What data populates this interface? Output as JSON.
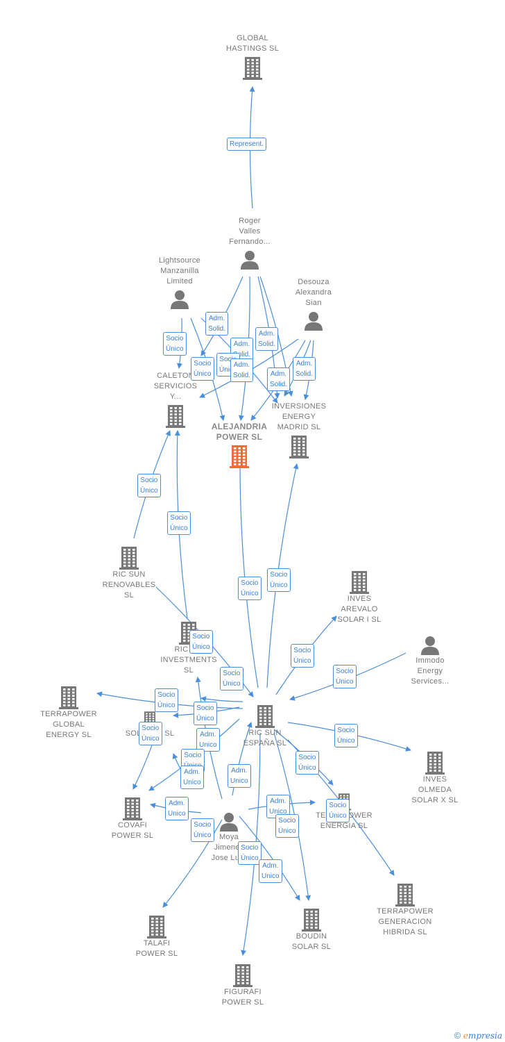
{
  "colors": {
    "edge": "#4a8fdc",
    "building": "#777777",
    "focus": "#f26b3a",
    "person": "#777777"
  },
  "nodes": {
    "global_hastings": {
      "label": [
        "GLOBAL",
        "HASTINGS SL"
      ],
      "icon": "building-icon"
    },
    "roger": {
      "label": [
        "Roger",
        "Valles",
        "Fernando..."
      ],
      "icon": "person-icon"
    },
    "lightsource": {
      "label": [
        "Lightsource",
        "Manzanilla",
        "Limited"
      ],
      "icon": "person-icon"
    },
    "desouza": {
      "label": [
        "Desouza",
        "Alexandra",
        "Sian"
      ],
      "icon": "person-icon"
    },
    "caleton": {
      "label": [
        "CALETON",
        "SERVICIOS",
        "Y..."
      ],
      "icon": "building-icon"
    },
    "alejandria": {
      "label": [
        "ALEJANDRIA",
        "POWER SL"
      ],
      "icon": "building-icon"
    },
    "inversiones": {
      "label": [
        "INVERSIONES",
        "ENERGY",
        "MADRID SL"
      ],
      "icon": "building-icon"
    },
    "ric_renovables": {
      "label": [
        "RIC SUN",
        "RENOVABLES",
        "SL"
      ],
      "icon": "building-icon"
    },
    "inves_arevalo": {
      "label": [
        "INVES",
        "AREVALO",
        "SOLAR I SL"
      ],
      "icon": "building-icon"
    },
    "ric_investments": {
      "label": [
        "RIC S...",
        "INVESTMENTS",
        "SL"
      ],
      "icon": "building-icon"
    },
    "immodo": {
      "label": [
        "Immodo",
        "Energy",
        "Services..."
      ],
      "icon": "person-icon"
    },
    "terrapower_global": {
      "label": [
        "TERRAPOWER",
        "GLOBAL",
        "ENERGY SL"
      ],
      "icon": "building-icon"
    },
    "ric_espana": {
      "label": [
        "RIC SUN",
        "ESPAÑA SL"
      ],
      "icon": "building-icon"
    },
    "solar_iv": {
      "label": [
        "SOLAR IV SL"
      ],
      "icon": "building-icon"
    },
    "inves_olmeda": {
      "label": [
        "INVES",
        "OLMEDA",
        "SOLAR X SL"
      ],
      "icon": "building-icon"
    },
    "covafi": {
      "label": [
        "COVAFI",
        "POWER SL"
      ],
      "icon": "building-icon"
    },
    "terrapower_energia": {
      "label": [
        "TERRAPOWER",
        "ENERGIA SL"
      ],
      "icon": "building-icon"
    },
    "moya": {
      "label": [
        "Moya",
        "Jimenez",
        "Jose Lu..."
      ],
      "icon": "person-icon"
    },
    "terrapower_generacion": {
      "label": [
        "TERRAPOWER",
        "GENERACION",
        "HIBRIDA SL"
      ],
      "icon": "building-icon"
    },
    "talafi": {
      "label": [
        "TALAFI",
        "POWER SL"
      ],
      "icon": "building-icon"
    },
    "boudin": {
      "label": [
        "BOUDIN",
        "SOLAR SL"
      ],
      "icon": "building-icon"
    },
    "figurafi": {
      "label": [
        "FIGURAFI",
        "POWER SL"
      ],
      "icon": "building-icon"
    }
  },
  "badges": {
    "represent": "Represent.",
    "adm_solid": [
      "Adm.",
      "Solid."
    ],
    "socio_unico": [
      "Socio",
      "Único"
    ],
    "adm_unico": [
      "Adm.",
      "Unico"
    ]
  },
  "footer": {
    "copyright": "©",
    "brand": "mpresia",
    "brand_initial": "e"
  }
}
